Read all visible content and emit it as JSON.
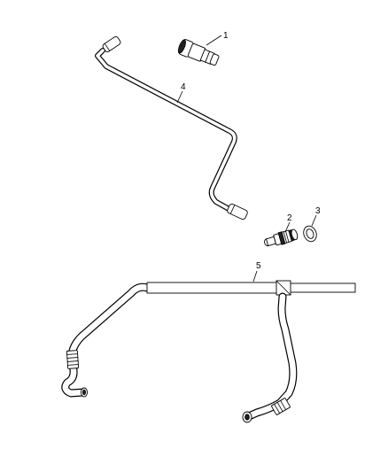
{
  "diagram": {
    "callouts": [
      "1",
      "2",
      "3",
      "4",
      "5"
    ],
    "parts": [
      {
        "callout": "1",
        "name": "valve-plug"
      },
      {
        "callout": "2",
        "name": "pcv-valve"
      },
      {
        "callout": "3",
        "name": "grommet"
      },
      {
        "callout": "4",
        "name": "breather-tube"
      },
      {
        "callout": "5",
        "name": "vacuum-hose-assembly"
      }
    ]
  }
}
